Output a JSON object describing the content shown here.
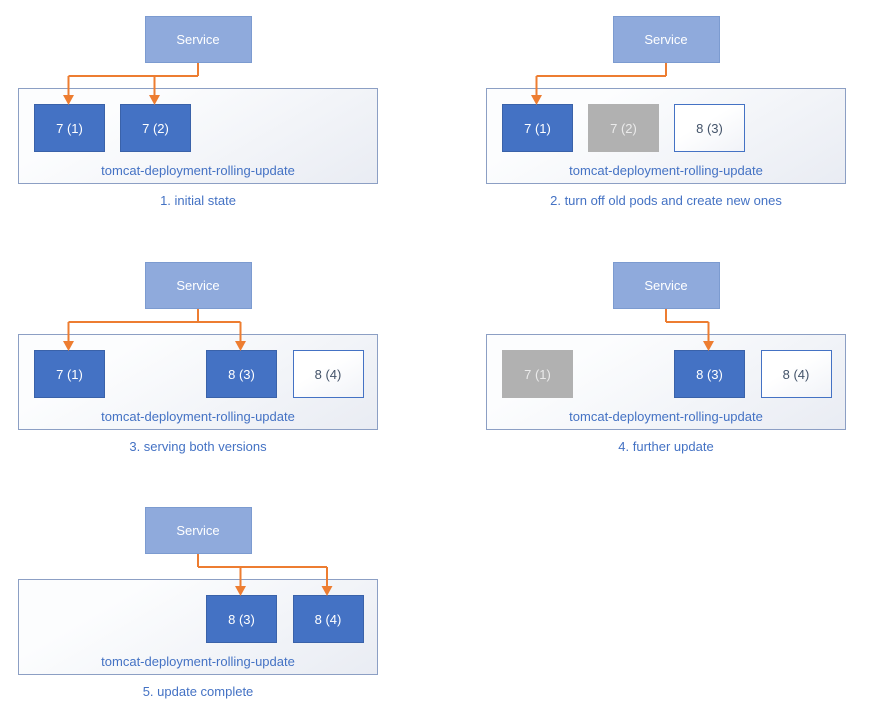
{
  "colors": {
    "service_fill": "#8FAADC",
    "service_border": "#7C9BD0",
    "pod_active": "#4472C4",
    "pod_active_border": "#3A62A9",
    "pod_stopped": "#B1B1B1",
    "pod_new_border": "#4472C4",
    "pod_new_text": "#44546A",
    "arrow": "#ED7D31",
    "label_text": "#4472C4",
    "container_border": "#8C9FC4"
  },
  "panels": [
    {
      "service_label": "Service",
      "deployment_label": "tomcat-deployment-rolling-update",
      "caption": "1. initial state",
      "pods": [
        {
          "label": "7 (1)",
          "state": "active",
          "slot": 0
        },
        {
          "label": "7 (2)",
          "state": "active",
          "slot": 1
        }
      ],
      "arrows_to": [
        0,
        1
      ]
    },
    {
      "service_label": "Service",
      "deployment_label": "tomcat-deployment-rolling-update",
      "caption": "2. turn off old pods and create new ones",
      "pods": [
        {
          "label": "7 (1)",
          "state": "active",
          "slot": 0
        },
        {
          "label": "7 (2)",
          "state": "stopped",
          "slot": 1
        },
        {
          "label": "8 (3)",
          "state": "new",
          "slot": 2
        }
      ],
      "arrows_to": [
        0
      ]
    },
    {
      "service_label": "Service",
      "deployment_label": "tomcat-deployment-rolling-update",
      "caption": "3. serving both versions",
      "pods": [
        {
          "label": "7 (1)",
          "state": "active",
          "slot": 0
        },
        {
          "label": "8 (3)",
          "state": "active",
          "slot": 2
        },
        {
          "label": "8 (4)",
          "state": "new",
          "slot": 3
        }
      ],
      "arrows_to": [
        0,
        1
      ]
    },
    {
      "service_label": "Service",
      "deployment_label": "tomcat-deployment-rolling-update",
      "caption": "4. further update",
      "pods": [
        {
          "label": "7 (1)",
          "state": "stopped",
          "slot": 0
        },
        {
          "label": "8 (3)",
          "state": "active",
          "slot": 2
        },
        {
          "label": "8 (4)",
          "state": "new",
          "slot": 3
        }
      ],
      "arrows_to": [
        1
      ]
    },
    {
      "service_label": "Service",
      "deployment_label": "tomcat-deployment-rolling-update",
      "caption": "5. update complete",
      "pods": [
        {
          "label": "8 (3)",
          "state": "active",
          "slot": 2
        },
        {
          "label": "8 (4)",
          "state": "active",
          "slot": 3
        }
      ],
      "arrows_to": [
        0,
        1
      ]
    }
  ]
}
